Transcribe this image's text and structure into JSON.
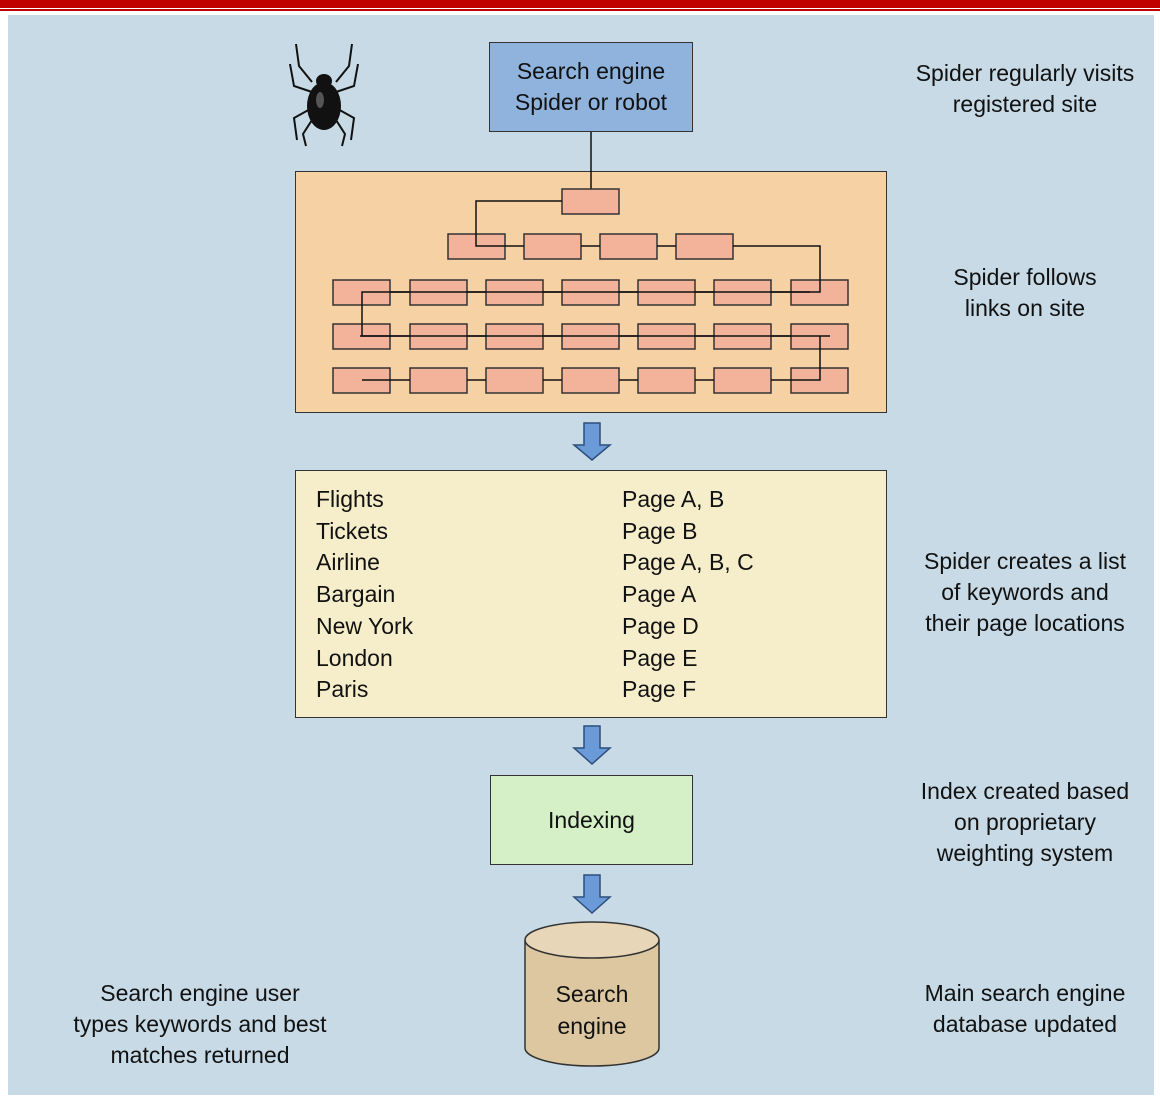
{
  "spider_box": {
    "line1": "Search engine",
    "line2": "Spider or robot"
  },
  "captions": {
    "visits": [
      "Spider regularly visits",
      "registered site"
    ],
    "follows": [
      "Spider follows",
      "links on site"
    ],
    "creates": [
      "Spider creates a list",
      "of keywords and",
      "their page locations"
    ],
    "index": [
      "Index created based",
      "on proprietary",
      "weighting system"
    ],
    "database": [
      "Main search engine",
      "database updated"
    ],
    "user": [
      "Search engine user",
      "types keywords and best",
      "matches returned"
    ]
  },
  "keywords": [
    {
      "word": "Flights",
      "pages": "Page A, B"
    },
    {
      "word": "Tickets",
      "pages": "Page B"
    },
    {
      "word": "Airline",
      "pages": "Page A, B, C"
    },
    {
      "word": "Bargain",
      "pages": "Page A"
    },
    {
      "word": "New York",
      "pages": "Page D"
    },
    {
      "word": "London",
      "pages": "Page E"
    },
    {
      "word": "Paris",
      "pages": "Page F"
    }
  ],
  "indexing_label": "Indexing",
  "database": {
    "line1": "Search",
    "line2": "engine"
  },
  "colors": {
    "panel": "#c7dae5",
    "spider_box": "#8fb3dc",
    "site_box": "#f6d1a4",
    "page_node": "#f3b39a",
    "keyword_box": "#f6eecb",
    "index_box": "#d5f0c7",
    "database": "#dcc7a1",
    "arrow": "#6a9bd8",
    "top_bar": "#c00000"
  }
}
